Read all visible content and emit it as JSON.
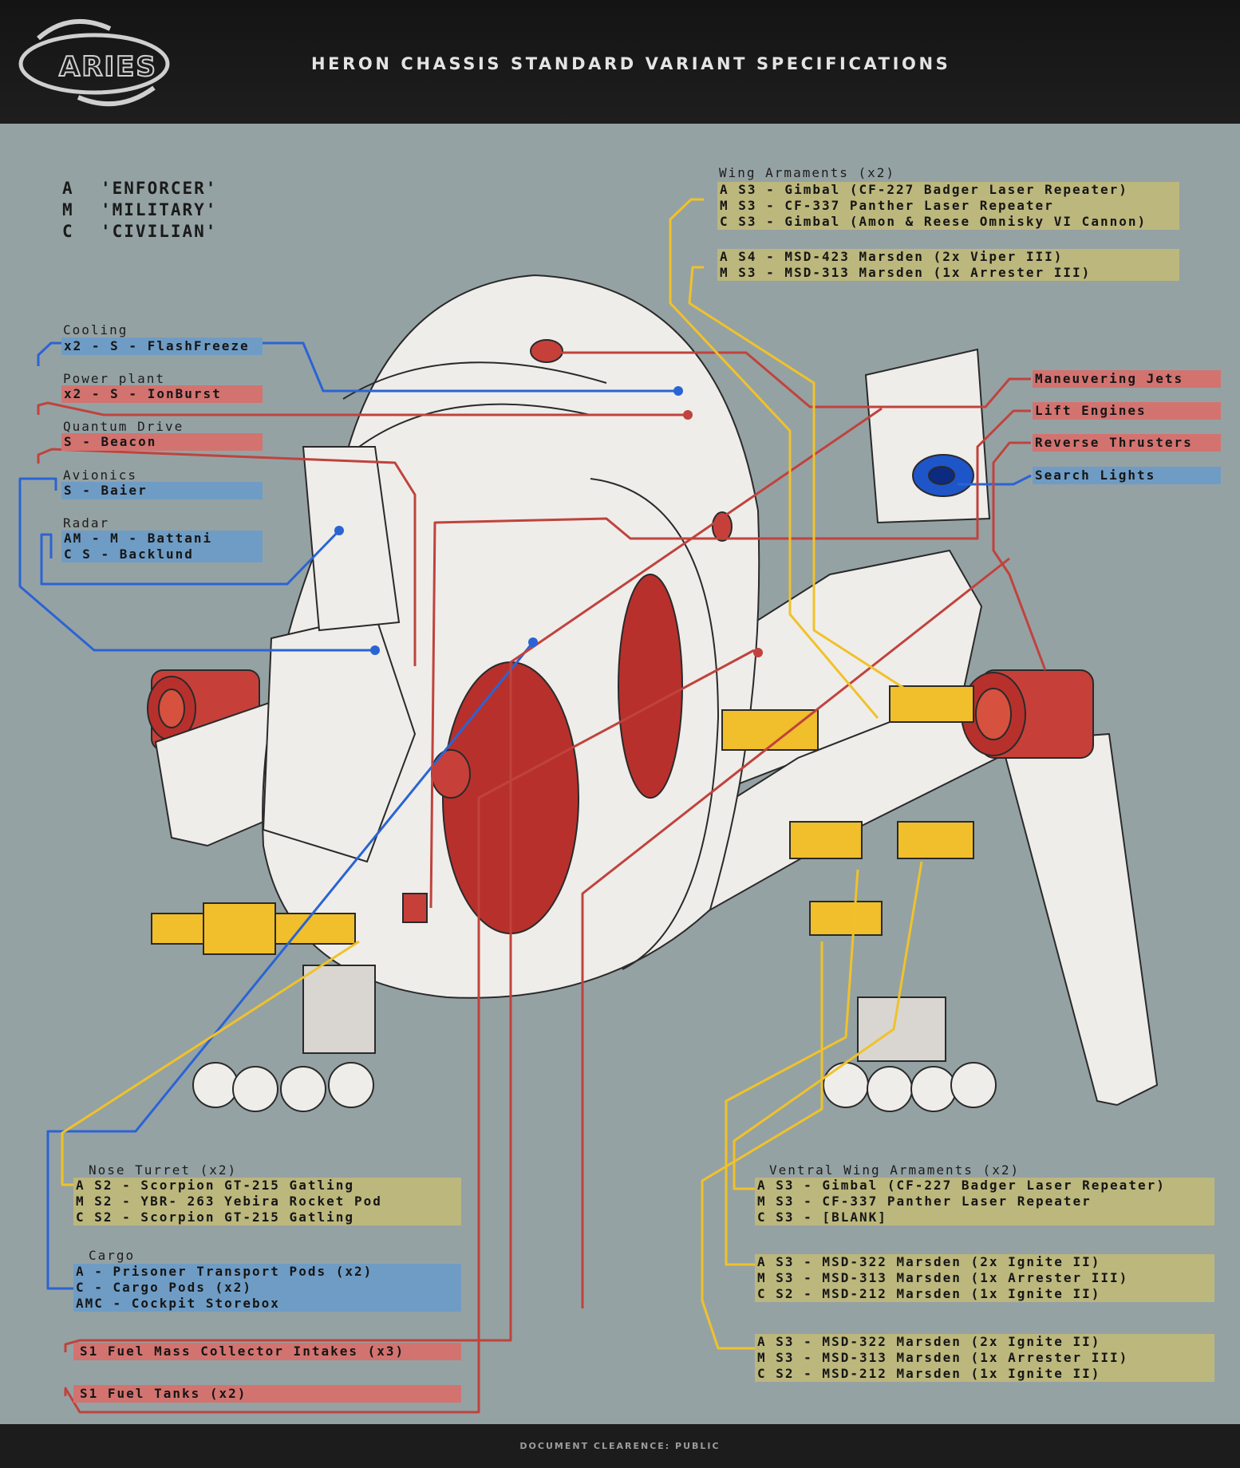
{
  "header": {
    "logo_text": "ARIES",
    "title": "HERON CHASSIS STANDARD VARIANT SPECIFICATIONS"
  },
  "legend": [
    {
      "code": "A",
      "name": "'ENFORCER'"
    },
    {
      "code": "M",
      "name": "'MILITARY'"
    },
    {
      "code": "C",
      "name": "'CIVILIAN'"
    }
  ],
  "components_left": {
    "cooling": {
      "label": "Cooling",
      "lines": [
        "x2 - S - FlashFreeze"
      ]
    },
    "power_plant": {
      "label": "Power plant",
      "lines": [
        "x2 - S - IonBurst"
      ]
    },
    "quantum_drive": {
      "label": "Quantum Drive",
      "lines": [
        "S - Beacon"
      ]
    },
    "avionics": {
      "label": "Avionics",
      "lines": [
        "S - Baier"
      ]
    },
    "radar": {
      "label": "Radar",
      "lines": [
        "AM - M - Battani",
        "C S - Backlund"
      ]
    }
  },
  "wing_armaments": {
    "label": "Wing Armaments (x2)",
    "group1": [
      "A S3 - Gimbal (CF-227 Badger Laser Repeater)",
      "M S3 - CF-337 Panther Laser Repeater",
      "C S3 - Gimbal (Amon & Reese Omnisky VI Cannon)"
    ],
    "group2": [
      "A S4 - MSD-423 Marsden (2x Viper III)",
      "M S3 - MSD-313 Marsden (1x Arrester III)"
    ]
  },
  "thrusters_right": [
    {
      "label": "Maneuvering Jets",
      "color": "red"
    },
    {
      "label": "Lift Engines",
      "color": "red"
    },
    {
      "label": "Reverse Thrusters",
      "color": "red"
    },
    {
      "label": "Search Lights",
      "color": "blue"
    }
  ],
  "nose_turret": {
    "label": "Nose Turret (x2)",
    "lines": [
      "A S2 - Scorpion GT-215 Gatling",
      "M S2 - YBR- 263 Yebira Rocket Pod",
      "C S2 - Scorpion GT-215 Gatling"
    ]
  },
  "cargo": {
    "label": "Cargo",
    "lines": [
      "A - Prisoner Transport Pods (x2)",
      "C - Cargo Pods (x2)",
      "AMC - Cockpit Storebox"
    ]
  },
  "fuel": {
    "intakes": "S1 Fuel Mass Collector Intakes (x3)",
    "tanks": "S1 Fuel Tanks (x2)"
  },
  "ventral_wing_armaments": {
    "label": "Ventral Wing Armaments (x2)",
    "group1": [
      "A S3 - Gimbal (CF-227 Badger Laser Repeater)",
      "M S3 - CF-337 Panther Laser Repeater",
      "C S3 - [BLANK]"
    ],
    "group2": [
      "A S3 - MSD-322 Marsden (2x Ignite II)",
      "M S3 - MSD-313 Marsden (1x Arrester III)",
      "C S2 - MSD-212 Marsden (1x Ignite II)"
    ],
    "group3": [
      "A S3 - MSD-322 Marsden (2x Ignite II)",
      "M S3 - MSD-313 Marsden (1x Arrester III)",
      "C S2 - MSD-212 Marsden (1x Ignite II)"
    ]
  },
  "footer": {
    "text": "DOCUMENT CLEARENCE: PUBLIC"
  },
  "colors": {
    "background": "#95a2a4",
    "leader_red": "#c0433d",
    "leader_blue": "#2a64d4",
    "leader_yellow": "#f0c22a",
    "ship_body": "#efedea",
    "ship_red": "#b8302c"
  }
}
